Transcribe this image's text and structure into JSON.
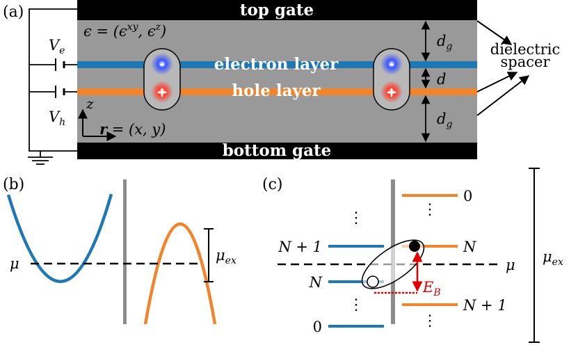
{
  "panel_a": {
    "label": "(a)",
    "top_gate": "top gate",
    "bottom_gate": "bottom gate",
    "epsilon": "ϵ = (ϵ",
    "epsilon_xy": "xy",
    "epsilon_sep": ", ϵ",
    "epsilon_z": "z",
    "epsilon_close": ")",
    "electron_layer": "electron layer",
    "hole_layer": "hole layer",
    "minus_sign": "-",
    "plus_sign": "+",
    "voltage_e": "V",
    "voltage_e_sub": "e",
    "voltage_h": "V",
    "voltage_h_sub": "h",
    "axis_z": "z",
    "position": "r",
    "position_eq": " = (x, y)",
    "d_g_top": "d",
    "d_g_top_sub": "g",
    "d_mid": "d",
    "d_g_bottom": "d",
    "d_g_bottom_sub": "g",
    "dielectric_line1": "dielectric",
    "dielectric_line2": "spacer"
  },
  "panel_b": {
    "label": "(b)",
    "mu": "μ",
    "mu_ex": "μ",
    "mu_ex_sub": "ex"
  },
  "panel_c": {
    "label": "(c)",
    "level_top_right": "0",
    "level_N_right": "N",
    "level_N1_right": "N + 1",
    "level_N1_left": "N + 1",
    "level_N_left": "N",
    "level_0_left": "0",
    "mu": "μ",
    "binding": "E",
    "binding_sub": "B",
    "mu_ex": "μ",
    "mu_ex_sub": "ex",
    "vdots": "⋮"
  },
  "colors": {
    "electron": "#1f77b4",
    "hole": "#f0852d",
    "gate": "#000000",
    "spacer": "#999999",
    "binding": "#e00000",
    "barrier": "#8c8c8c"
  }
}
